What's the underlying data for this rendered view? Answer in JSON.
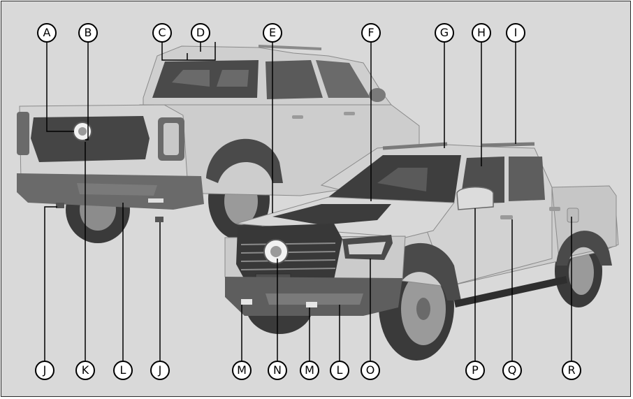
{
  "callouts": [
    {
      "id": "A",
      "label": "A"
    },
    {
      "id": "B",
      "label": "B"
    },
    {
      "id": "C",
      "label": "C"
    },
    {
      "id": "D",
      "label": "D"
    },
    {
      "id": "E",
      "label": "E"
    },
    {
      "id": "F",
      "label": "F"
    },
    {
      "id": "G",
      "label": "G"
    },
    {
      "id": "H",
      "label": "H"
    },
    {
      "id": "I",
      "label": "I"
    },
    {
      "id": "J1",
      "label": "J"
    },
    {
      "id": "K",
      "label": "K"
    },
    {
      "id": "L1",
      "label": "L"
    },
    {
      "id": "J2",
      "label": "J"
    },
    {
      "id": "M1",
      "label": "M"
    },
    {
      "id": "N",
      "label": "N"
    },
    {
      "id": "M2",
      "label": "M"
    },
    {
      "id": "L2",
      "label": "L"
    },
    {
      "id": "O",
      "label": "O"
    },
    {
      "id": "P",
      "label": "P"
    },
    {
      "id": "Q",
      "label": "Q"
    },
    {
      "id": "R",
      "label": "R"
    }
  ]
}
